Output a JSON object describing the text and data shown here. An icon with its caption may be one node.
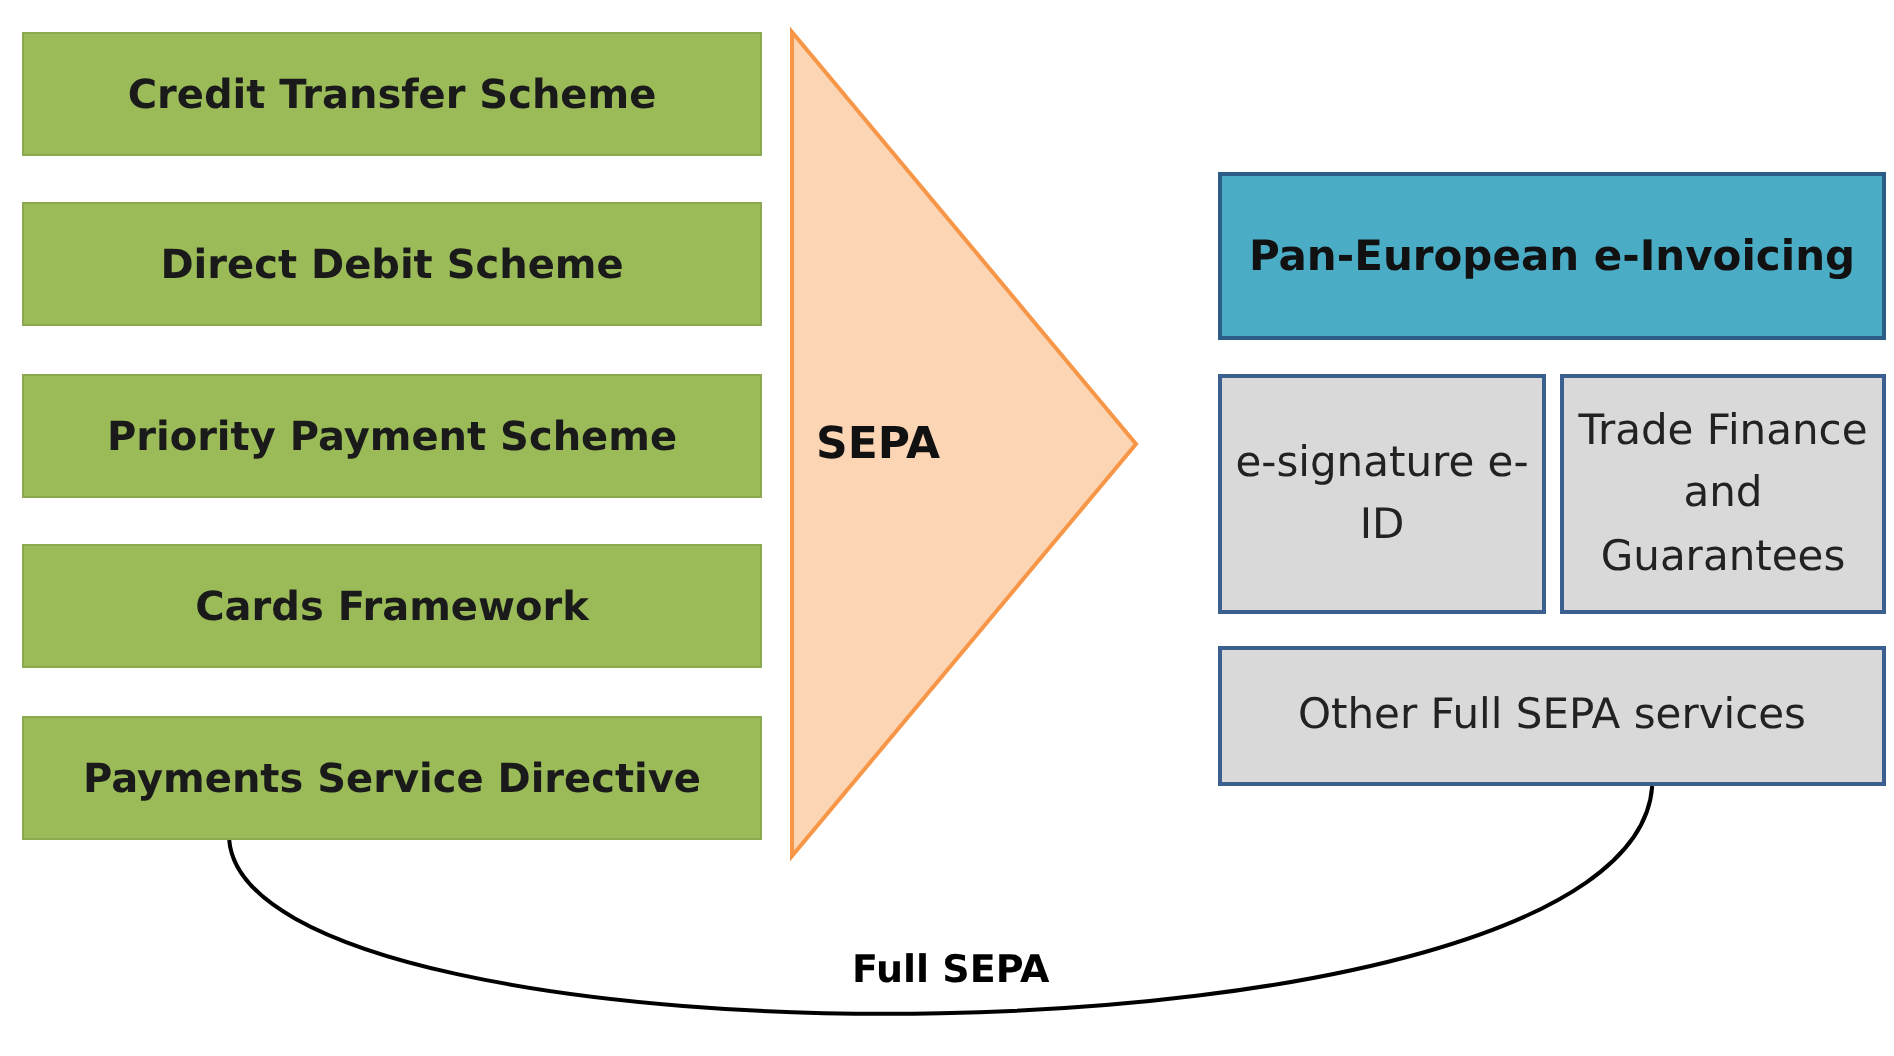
{
  "diagram": {
    "nodes": [
      {
        "text": [
          "Credit Transfer Scheme"
        ]
      },
      {
        "text": [
          "Direct Debit Scheme"
        ]
      },
      {
        "text": [
          "Priority Payment Scheme"
        ]
      },
      {
        "text": [
          "Cards Framework"
        ]
      },
      {
        "text": [
          "Payments Service Directive"
        ]
      },
      {
        "text": [
          "SEPA"
        ]
      },
      {
        "text": [
          "Pan-European e-Invoicing"
        ]
      },
      {
        "text": [
          "e-signature e-ID"
        ]
      },
      {
        "text": [
          "Trade Finance and Guarantees"
        ]
      },
      {
        "text": [
          "Other Full SEPA services"
        ]
      }
    ],
    "edges": [
      {
        "from": 4,
        "to": 9,
        "arrow": "none",
        "label": "Full SEPA"
      }
    ]
  }
}
